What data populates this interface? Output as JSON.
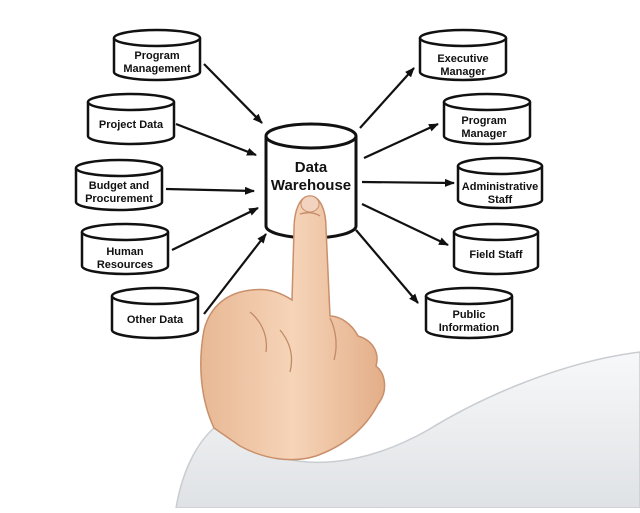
{
  "diagram": {
    "center": {
      "line1": "Data",
      "line2": "Warehouse"
    },
    "sources": [
      {
        "line1": "Program",
        "line2": "Management"
      },
      {
        "line1": "Project Data",
        "line2": ""
      },
      {
        "line1": "Budget and",
        "line2": "Procurement"
      },
      {
        "line1": "Human",
        "line2": "Resources"
      },
      {
        "line1": "Other Data",
        "line2": ""
      }
    ],
    "consumers": [
      {
        "line1": "Executive",
        "line2": "Manager"
      },
      {
        "line1": "Program",
        "line2": "Manager"
      },
      {
        "line1": "Administrative",
        "line2": "Staff"
      },
      {
        "line1": "Field Staff",
        "line2": ""
      },
      {
        "line1": "Public",
        "line2": "Information"
      }
    ]
  },
  "colors": {
    "stroke": "#111111",
    "fill": "#ffffff",
    "skin": "#f0c9a8",
    "sleeve": "#eceef0"
  }
}
